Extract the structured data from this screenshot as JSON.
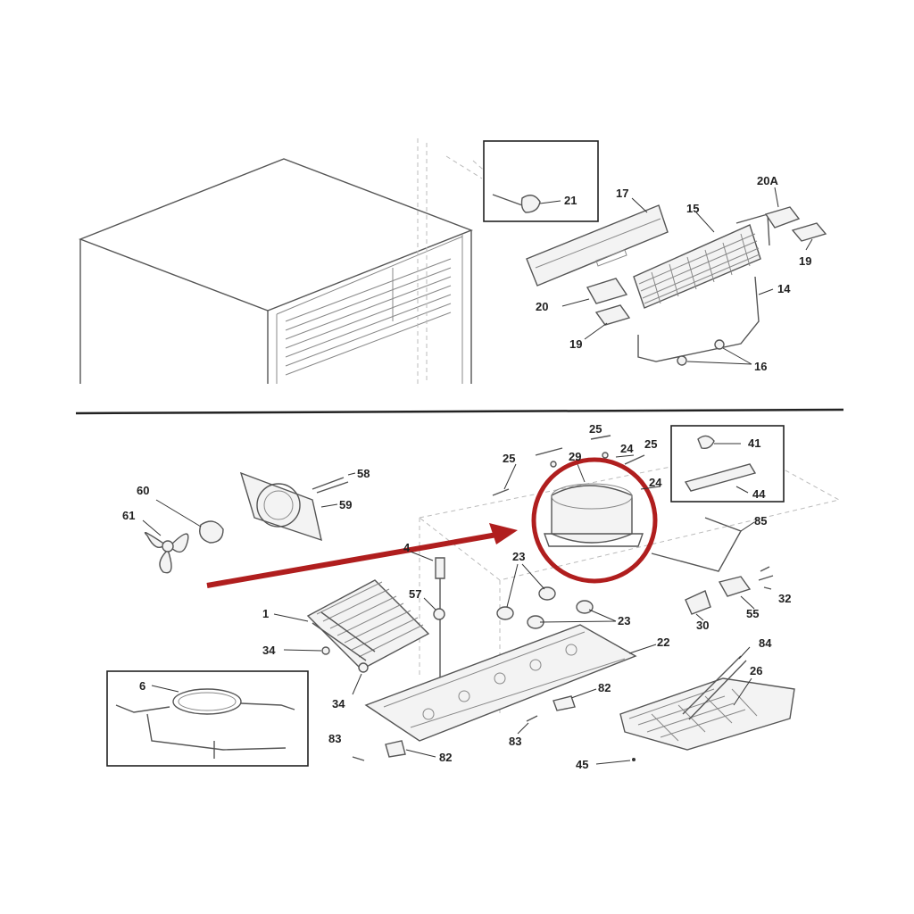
{
  "diagram": {
    "labels": [
      {
        "id": "p21",
        "text": "21"
      },
      {
        "id": "p17",
        "text": "17"
      },
      {
        "id": "p15",
        "text": "15"
      },
      {
        "id": "p20a",
        "text": "20A"
      },
      {
        "id": "p19a",
        "text": "19"
      },
      {
        "id": "p14",
        "text": "14"
      },
      {
        "id": "p20",
        "text": "20"
      },
      {
        "id": "p19b",
        "text": "19"
      },
      {
        "id": "p16",
        "text": "16"
      },
      {
        "id": "p25a",
        "text": "25"
      },
      {
        "id": "p25b",
        "text": "25"
      },
      {
        "id": "p24a",
        "text": "24"
      },
      {
        "id": "p25c",
        "text": "25"
      },
      {
        "id": "p29",
        "text": "29"
      },
      {
        "id": "p24b",
        "text": "24"
      },
      {
        "id": "p41",
        "text": "41"
      },
      {
        "id": "p44",
        "text": "44"
      },
      {
        "id": "p58",
        "text": "58"
      },
      {
        "id": "p59",
        "text": "59"
      },
      {
        "id": "p60",
        "text": "60"
      },
      {
        "id": "p61",
        "text": "61"
      },
      {
        "id": "p85",
        "text": "85"
      },
      {
        "id": "p4",
        "text": "4"
      },
      {
        "id": "p23a",
        "text": "23"
      },
      {
        "id": "p32",
        "text": "32"
      },
      {
        "id": "p57",
        "text": "57"
      },
      {
        "id": "p1",
        "text": "1"
      },
      {
        "id": "p23b",
        "text": "23"
      },
      {
        "id": "p30",
        "text": "30"
      },
      {
        "id": "p55",
        "text": "55"
      },
      {
        "id": "p22",
        "text": "22"
      },
      {
        "id": "p84",
        "text": "84"
      },
      {
        "id": "p34a",
        "text": "34"
      },
      {
        "id": "p26",
        "text": "26"
      },
      {
        "id": "p6",
        "text": "6"
      },
      {
        "id": "p82a",
        "text": "82"
      },
      {
        "id": "p34b",
        "text": "34"
      },
      {
        "id": "p83a",
        "text": "83"
      },
      {
        "id": "p83b",
        "text": "83"
      },
      {
        "id": "p82b",
        "text": "82"
      },
      {
        "id": "p45",
        "text": "45"
      }
    ],
    "highlight": {
      "part": "29",
      "color": "#b01e1e"
    }
  }
}
